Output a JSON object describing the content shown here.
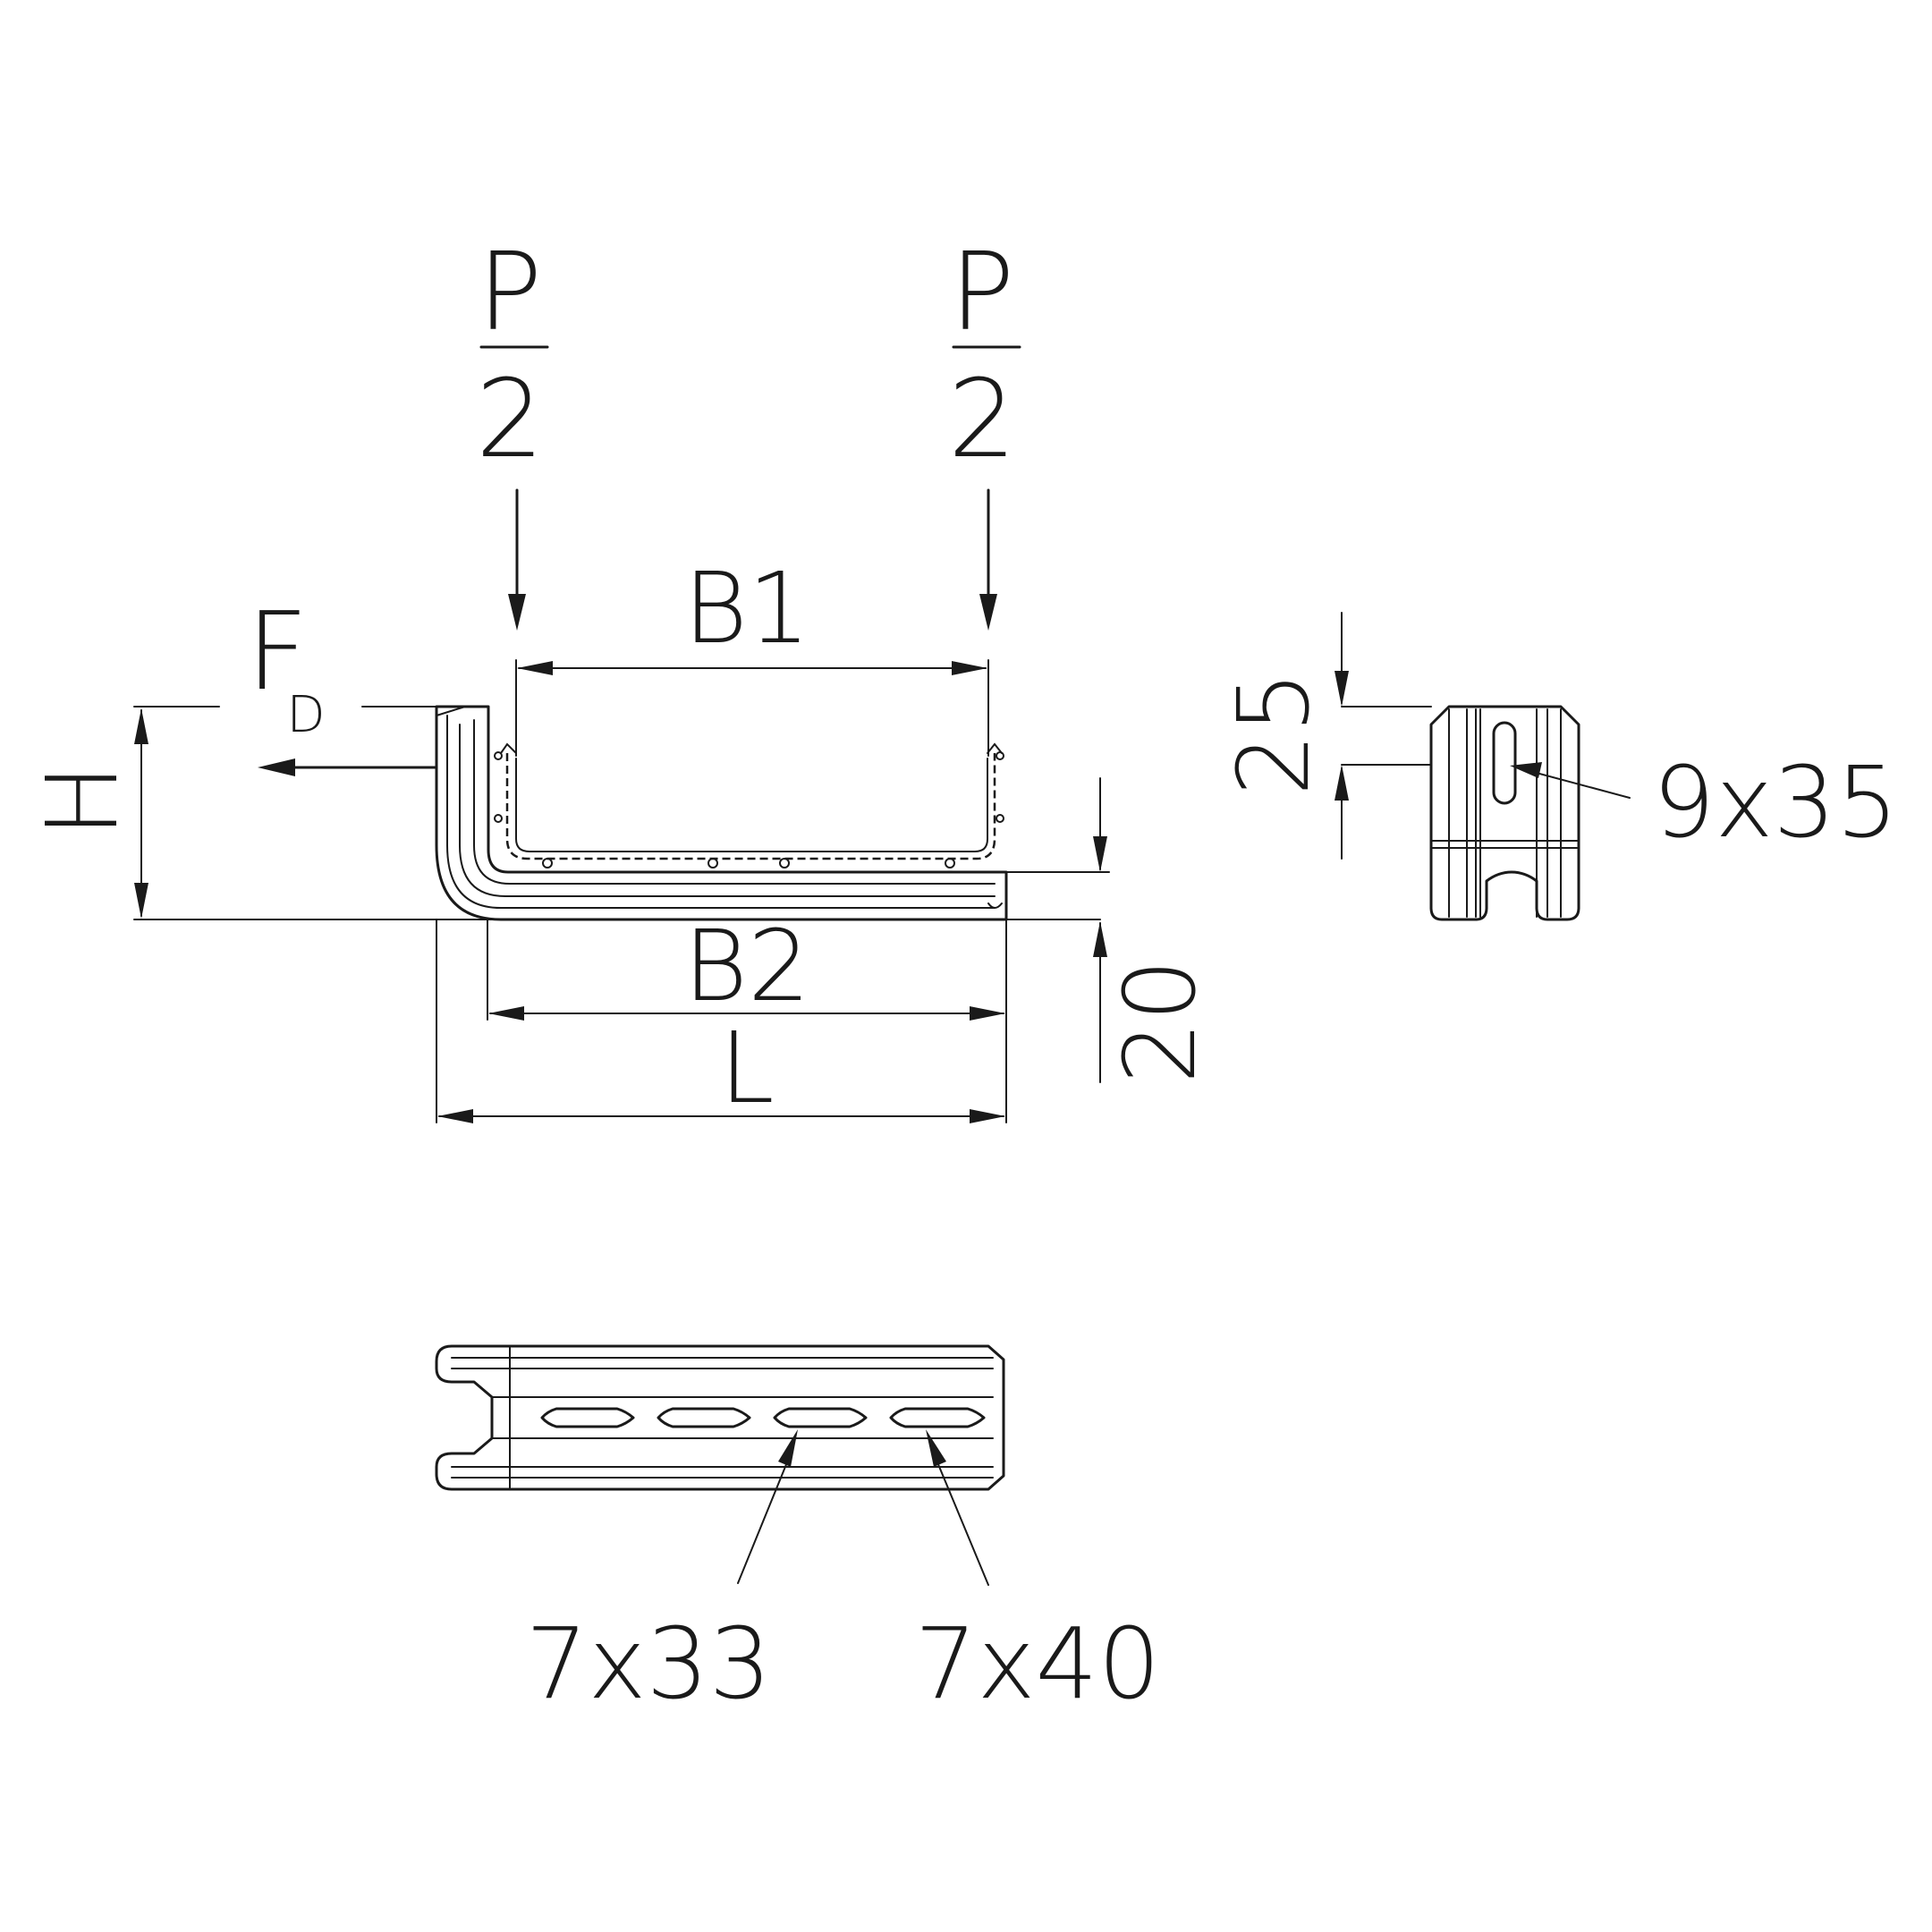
{
  "labels": {
    "load_numerator": "P",
    "load_denominator": "2",
    "b1": "B1",
    "b2": "B2",
    "length": "L",
    "height": "H",
    "force_main": "F",
    "force_sub": "D",
    "dim_20": "20",
    "dim_25": "25",
    "slot_side": "9x35",
    "slot_a": "7x33",
    "slot_b": "7x40"
  }
}
